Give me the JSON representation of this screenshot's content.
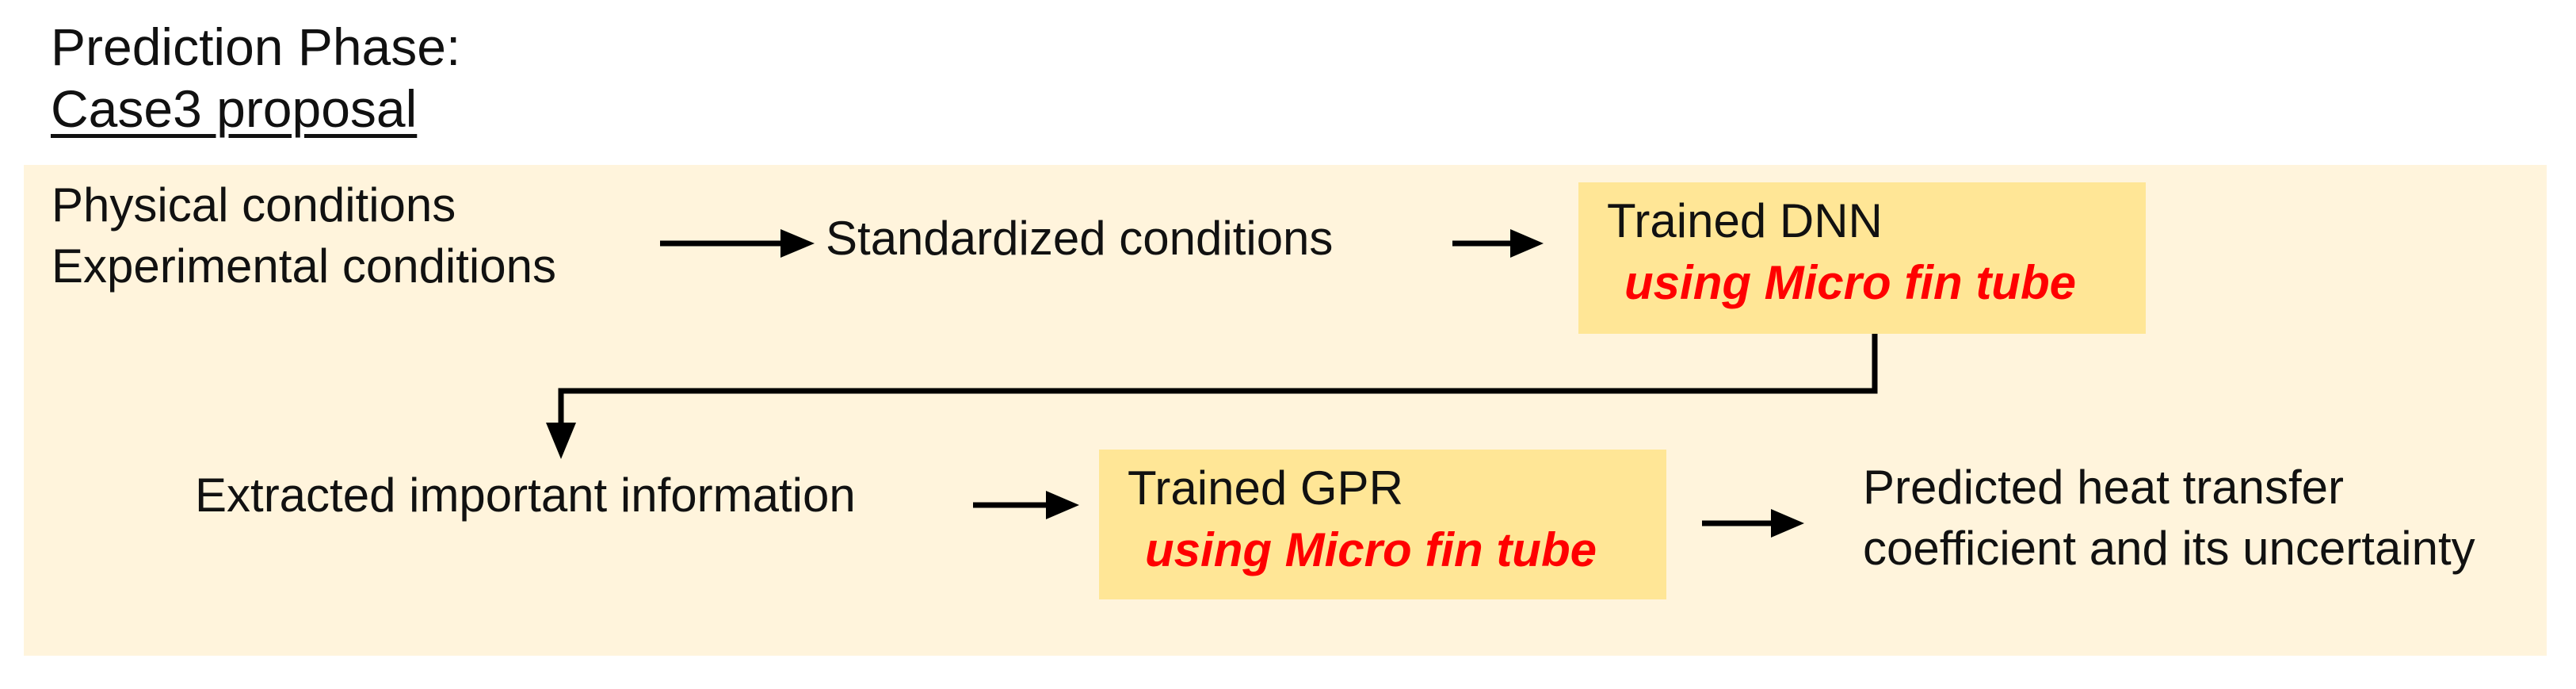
{
  "header": {
    "phase_label": "Prediction Phase:",
    "case_label": "Case3 proposal"
  },
  "flowchart": {
    "inputs": {
      "line1": "Physical conditions",
      "line2": "Experimental conditions"
    },
    "standardized": {
      "label": "Standardized conditions"
    },
    "dnn": {
      "title": "Trained DNN",
      "note": "using Micro fin tube"
    },
    "extracted": {
      "label": "Extracted important information"
    },
    "gpr": {
      "title": "Trained GPR",
      "note": "using Micro fin tube"
    },
    "output": {
      "line1": "Predicted heat transfer",
      "line2": "coefficient and its uncertainty"
    }
  },
  "colors": {
    "page_bg": "#ffffff",
    "panel_bg": "#fff4dc",
    "box_bg": "#ffe696",
    "note_red": "#ff0000",
    "text": "#111111",
    "line": "#000000"
  }
}
